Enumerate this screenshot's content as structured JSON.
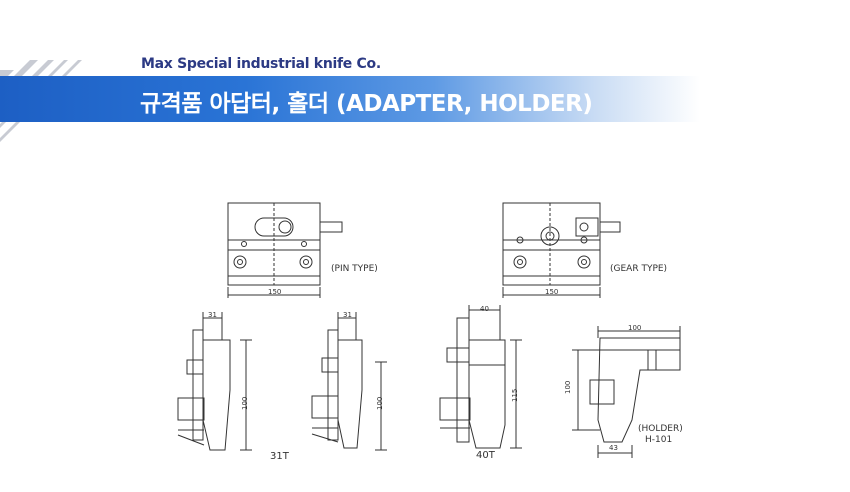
{
  "header": {
    "company": "Max Special industrial knife Co.",
    "title": "규격품 아답터, 홀더 (ADAPTER, HOLDER)",
    "accent_color": "#1d5fc4",
    "text_color": "#2c3a84"
  },
  "drawings": {
    "pin_type": {
      "label": "(PIN TYPE)",
      "dim_width": "150"
    },
    "gear_type": {
      "label": "(GEAR TYPE)",
      "dim_width": "150"
    },
    "t31": {
      "model": "31T",
      "dim_a": "31",
      "dim_b": "31",
      "dim_h1": "100",
      "dim_h2": "100"
    },
    "t40": {
      "model": "40T",
      "dim_w": "40",
      "dim_h": "115"
    },
    "holder": {
      "label": "(HOLDER)",
      "model": "H-101",
      "dim_w": "100",
      "dim_h": "100",
      "dim_b": "43"
    }
  }
}
